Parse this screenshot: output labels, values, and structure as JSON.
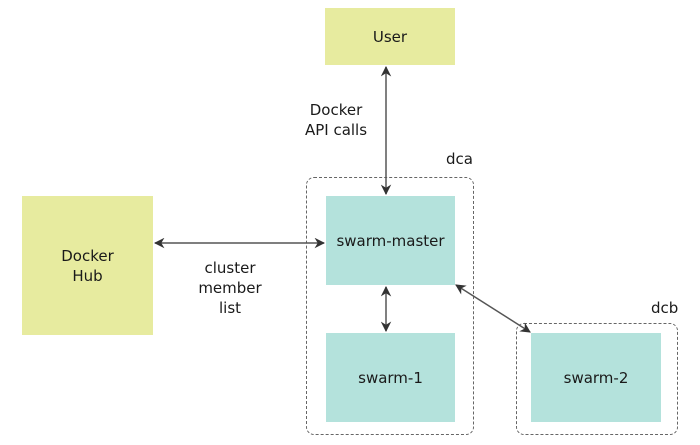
{
  "nodes": {
    "user": "User",
    "docker_hub_line1": "Docker",
    "docker_hub_line2": "Hub",
    "swarm_master": "swarm-master",
    "swarm_1": "swarm-1",
    "swarm_2": "swarm-2"
  },
  "zones": {
    "dca": "dca",
    "dcb": "dcb"
  },
  "edge_labels": {
    "api_line1": "Docker",
    "api_line2": "API calls",
    "cluster_line1": "cluster",
    "cluster_line2": "member",
    "cluster_line3": "list"
  },
  "edges": [
    {
      "from": "user",
      "to": "swarm-master",
      "direction": "both",
      "label": "Docker API calls"
    },
    {
      "from": "docker-hub",
      "to": "swarm-master",
      "direction": "both",
      "label": "cluster member list"
    },
    {
      "from": "swarm-master",
      "to": "swarm-1",
      "direction": "both"
    },
    {
      "from": "swarm-master",
      "to": "swarm-2",
      "direction": "both"
    }
  ],
  "colors": {
    "external_node": "#e7eb9f",
    "swarm_node": "#b4e2dc",
    "edge": "#333333"
  }
}
